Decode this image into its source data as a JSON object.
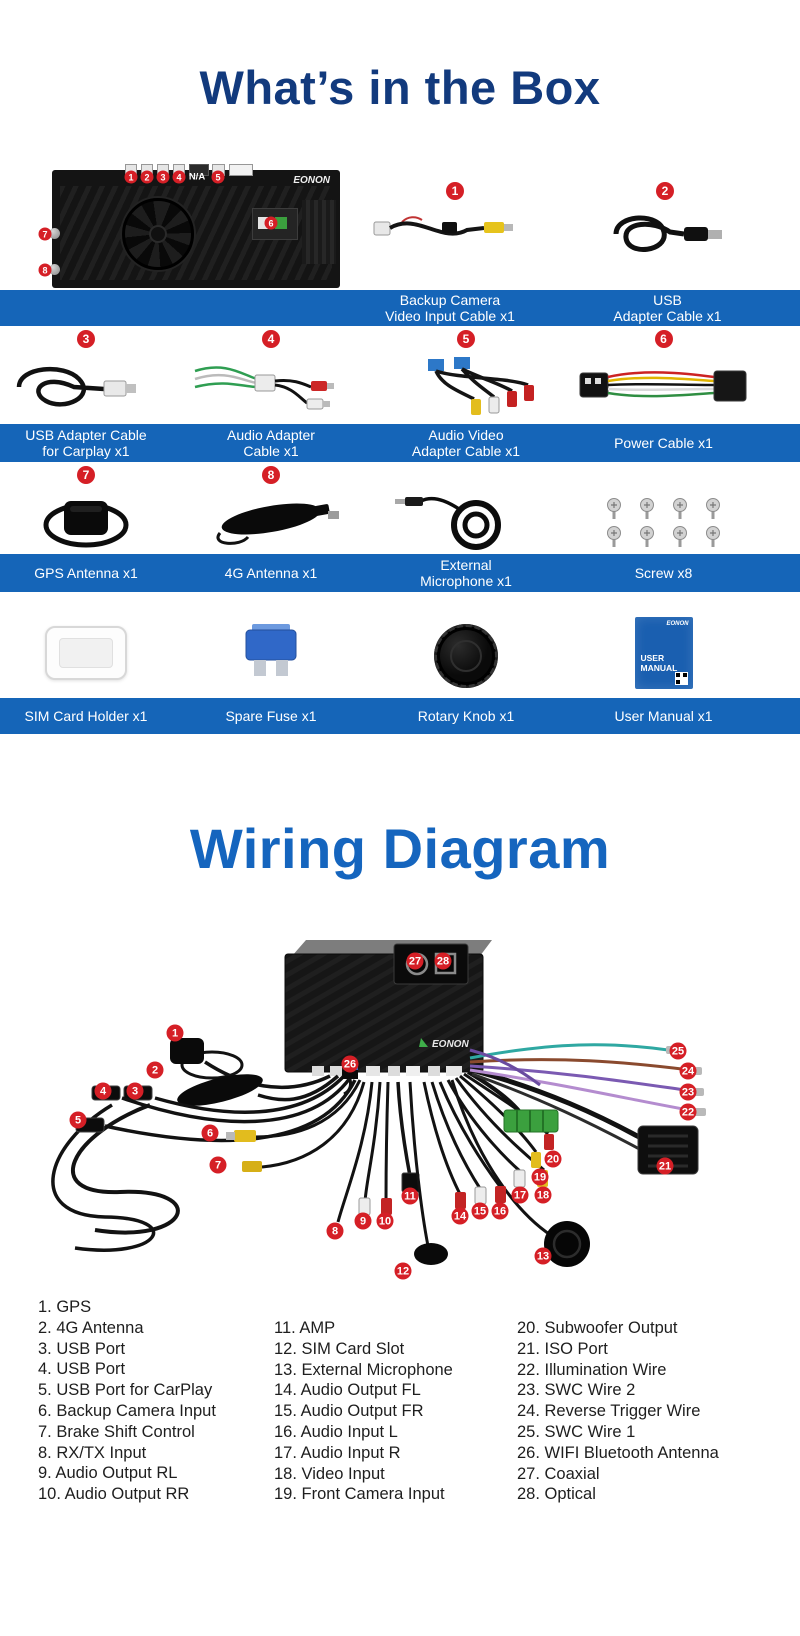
{
  "colors": {
    "bar_blue": "#1565b8",
    "title_navy": "#123a7d",
    "title_blue": "#1565be",
    "badge_red": "#d51f26"
  },
  "box": {
    "title": "What’s in the Box",
    "brand": "EONON",
    "unit": {
      "na_label": "N/A",
      "badges": [
        "1",
        "2",
        "3",
        "4",
        "5",
        "6",
        "7",
        "8"
      ]
    },
    "row1": [
      {
        "num": "1",
        "label": "Backup Camera\nVideo Input Cable x1"
      },
      {
        "num": "2",
        "label": "USB\nAdapter Cable x1"
      }
    ],
    "row2": [
      {
        "num": "3",
        "label": "USB Adapter Cable\nfor Carplay x1"
      },
      {
        "num": "4",
        "label": "Audio Adapter\nCable x1"
      },
      {
        "num": "5",
        "label": "Audio Video\nAdapter Cable x1"
      },
      {
        "num": "6",
        "label": "Power Cable x1"
      }
    ],
    "row3": [
      {
        "num": "7",
        "label": "GPS Antenna x1"
      },
      {
        "num": "8",
        "label": "4G Antenna x1"
      },
      {
        "num": "",
        "label": "External\nMicrophone x1"
      },
      {
        "num": "",
        "label": "Screw x8"
      }
    ],
    "row4": [
      {
        "label": "SIM Card Holder x1"
      },
      {
        "label": "Spare Fuse x1"
      },
      {
        "label": "Rotary Knob x1"
      },
      {
        "label": "User Manual x1"
      }
    ],
    "manual_text": "USER\nMANUAL"
  },
  "wiring": {
    "title": "Wiring Diagram",
    "brand": "EONON",
    "markers": [
      "1",
      "2",
      "3",
      "4",
      "5",
      "6",
      "7",
      "8",
      "9",
      "10",
      "11",
      "12",
      "13",
      "14",
      "15",
      "16",
      "17",
      "18",
      "19",
      "20",
      "21",
      "22",
      "23",
      "24",
      "25",
      "26",
      "27",
      "28"
    ],
    "legend": {
      "col1": [
        "1. GPS",
        "2. 4G Antenna",
        "3. USB Port",
        "4. USB Port",
        "5. USB Port for CarPlay",
        "6. Backup Camera Input",
        "7. Brake Shift Control",
        "8. RX/TX Input",
        "9. Audio Output RL",
        "10. Audio Output RR"
      ],
      "col2": [
        "11. AMP",
        "12. SIM Card Slot",
        "13. External Microphone",
        "14. Audio Output FL",
        "15. Audio Output FR",
        "16. Audio Input L",
        "17. Audio Input R",
        "18. Video Input",
        "19. Front Camera Input"
      ],
      "col3": [
        "20. Subwoofer Output",
        "21. ISO Port",
        "22. Illumination Wire",
        "23. SWC Wire 2",
        "24. Reverse Trigger Wire",
        "25. SWC Wire 1",
        "26. WIFI Bluetooth Antenna",
        "27. Coaxial",
        "28. Optical"
      ]
    }
  }
}
